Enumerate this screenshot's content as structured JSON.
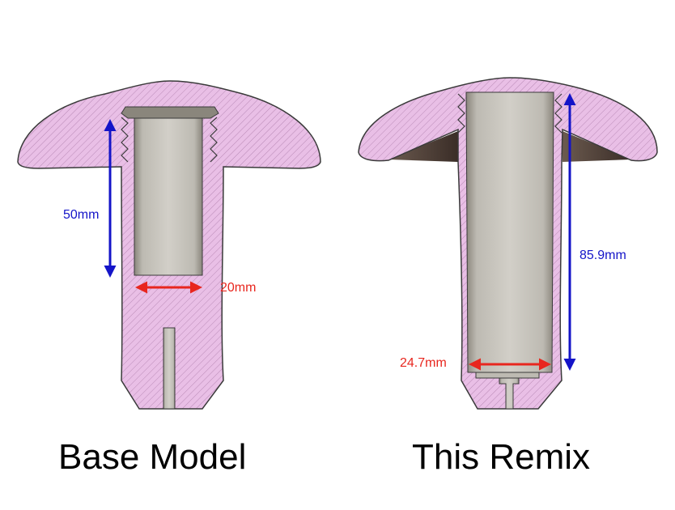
{
  "captions": {
    "left": "Base Model",
    "right": "This Remix"
  },
  "dimensions": {
    "base_depth": "50mm",
    "base_width": "20mm",
    "remix_depth": "85.9mm",
    "remix_width": "24.7mm"
  },
  "colors": {
    "body_fill": "#e9bfe6",
    "hatch": "#b98ab6",
    "outline": "#3a3a3a",
    "cavity": "#c8c5bd",
    "cavity_dark": "#7a766c",
    "depth_arrow": "#1414c8",
    "width_arrow": "#e8261e",
    "underside": "#4a3b34"
  }
}
